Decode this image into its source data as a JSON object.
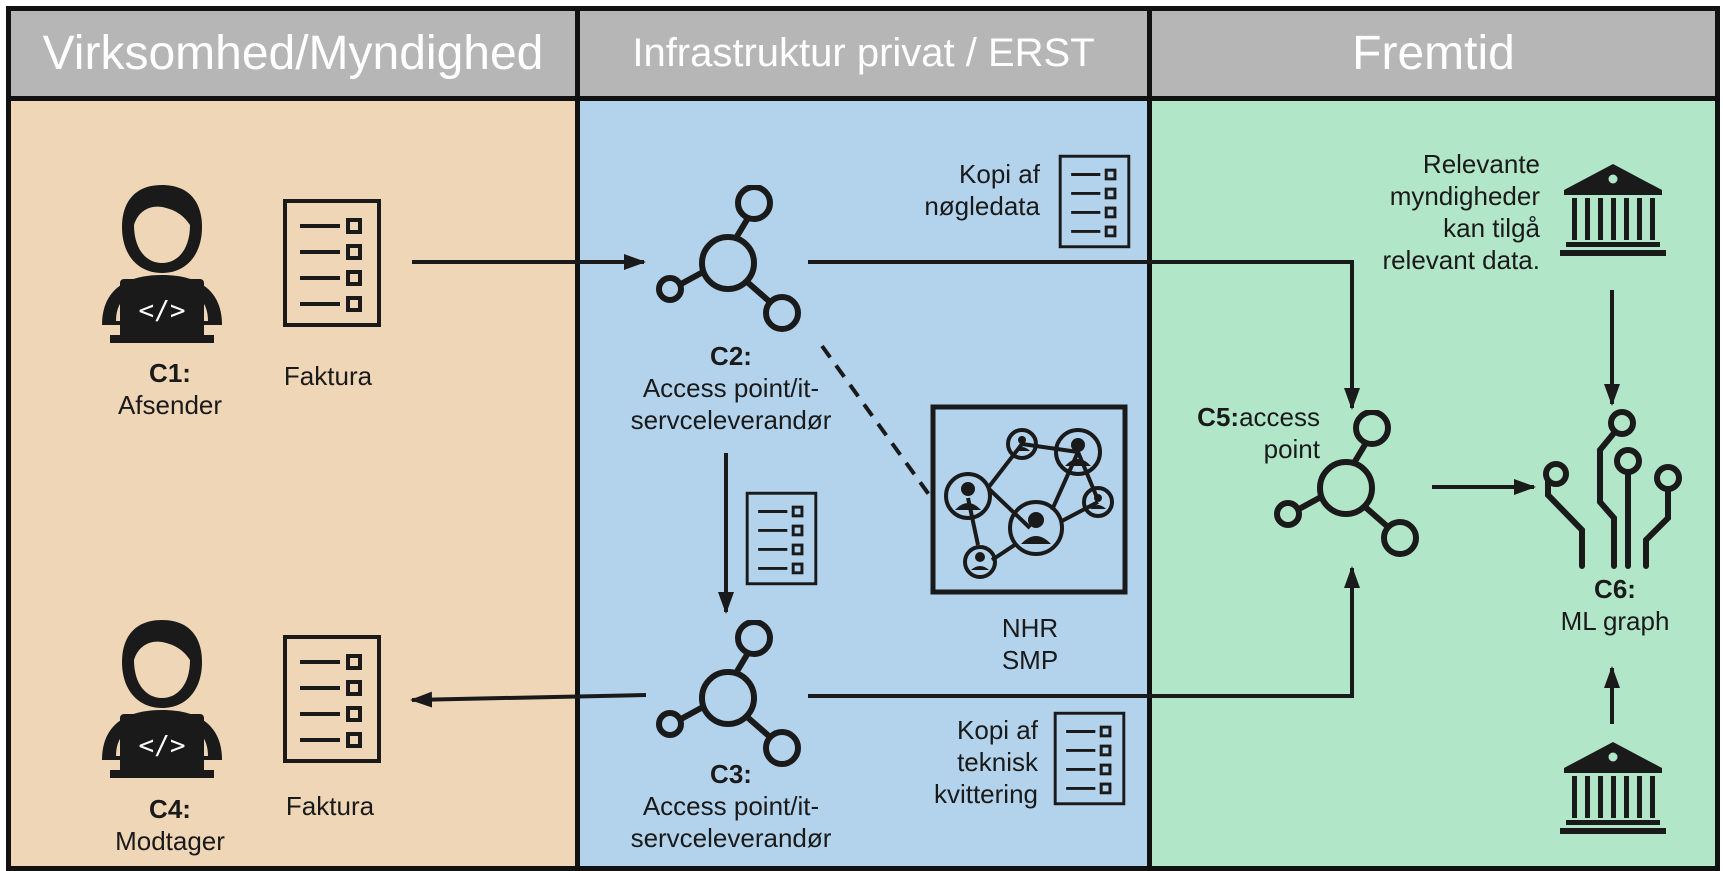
{
  "colors": {
    "col1_bg": "#eed6b6",
    "col2_bg": "#b3d3ec",
    "col3_bg": "#b2e6c8",
    "header_bg": "#b6b6b6",
    "header_text": "#ffffff",
    "line": "#1a1a1a"
  },
  "columns": {
    "col1": {
      "title": "Virksomhed/Myndighed"
    },
    "col2": {
      "title": "Infrastruktur privat / ERST"
    },
    "col3": {
      "title": "Fremtid"
    }
  },
  "nodes": {
    "c1": {
      "id": "C1:",
      "label": "Afsender",
      "icon": "person-laptop-icon"
    },
    "faktura1": {
      "label": "Faktura",
      "icon": "document-checklist-icon"
    },
    "c2": {
      "id": "C2:",
      "label_line1": "Access point/it-",
      "label_line2": "servceleverandør",
      "icon": "access-point-network-icon"
    },
    "kopi1": {
      "line1": "Kopi af",
      "line2": "nøgledata",
      "icon": "document-checklist-icon"
    },
    "nhr": {
      "line1": "NHR",
      "line2": "SMP",
      "icon": "people-network-icon"
    },
    "c3": {
      "id": "C3:",
      "label_line1": "Access point/it-",
      "label_line2": "servceleverandør",
      "icon": "access-point-network-icon"
    },
    "kopi2": {
      "line1": "Kopi af",
      "line2": "teknisk",
      "line3": "kvittering",
      "icon": "document-checklist-icon"
    },
    "c4": {
      "id": "C4:",
      "label": "Modtager",
      "icon": "person-laptop-icon"
    },
    "faktura2": {
      "label": "Faktura",
      "icon": "document-checklist-icon"
    },
    "c5": {
      "id": "C5:",
      "label_line1": "access",
      "label_line2": "point",
      "icon": "access-point-network-icon"
    },
    "relevante": {
      "line1": "Relevante",
      "line2": "myndigheder",
      "line3": "kan tilgå",
      "line4": "relevant data.",
      "icon": "government-building-icon"
    },
    "c6": {
      "id": "C6:",
      "label": "ML graph",
      "icon": "circuit-graph-icon"
    },
    "gov2": {
      "icon": "government-building-icon"
    }
  }
}
